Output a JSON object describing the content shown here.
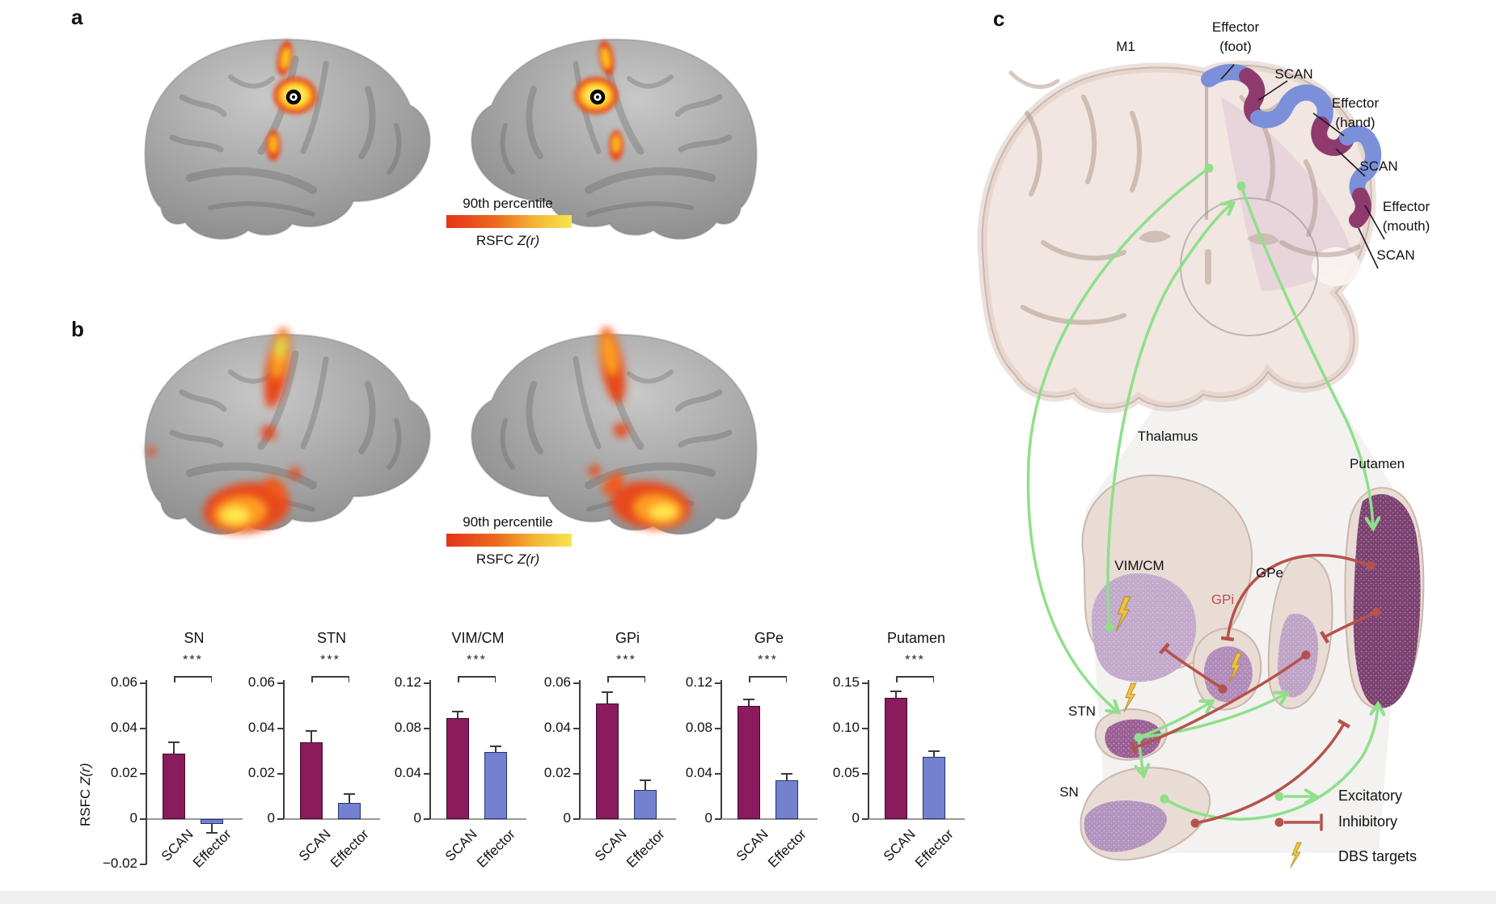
{
  "panels": {
    "a": "a",
    "b": "b",
    "c": "c"
  },
  "colorbar": {
    "title": "90th percentile",
    "unit_prefix": "RSFC ",
    "unit_math": "Z(r)"
  },
  "axis": {
    "ylabel_prefix": "RSFC ",
    "ylabel_math": "Z(r)"
  },
  "bar_style": {
    "scan_color": "#8a1b5c",
    "scan_border": "#3f0d2c",
    "effector_color": "#7481cf",
    "effector_border": "#23346e"
  },
  "chart_data": [
    {
      "type": "bar",
      "title": "SN",
      "categories": [
        "SCAN",
        "Effector"
      ],
      "values": [
        0.029,
        -0.002
      ],
      "errors": [
        0.005,
        0.004
      ],
      "ytick_labels": [
        "0.06",
        "0.04",
        "0.02",
        "0",
        "−0.02"
      ],
      "ytick_values": [
        0.06,
        0.04,
        0.02,
        0,
        -0.02
      ],
      "ylim": [
        -0.02,
        0.06
      ],
      "significance": "***"
    },
    {
      "type": "bar",
      "title": "STN",
      "categories": [
        "SCAN",
        "Effector"
      ],
      "values": [
        0.034,
        0.007
      ],
      "errors": [
        0.005,
        0.004
      ],
      "ytick_labels": [
        "0.06",
        "0.04",
        "0.02",
        "0"
      ],
      "ytick_values": [
        0.06,
        0.04,
        0.02,
        0
      ],
      "ylim": [
        0,
        0.06
      ],
      "significance": "***"
    },
    {
      "type": "bar",
      "title": "VIM/CM",
      "categories": [
        "SCAN",
        "Effector"
      ],
      "values": [
        0.089,
        0.059
      ],
      "errors": [
        0.006,
        0.005
      ],
      "ytick_labels": [
        "0.12",
        "0.08",
        "0.04",
        "0"
      ],
      "ytick_values": [
        0.12,
        0.08,
        0.04,
        0
      ],
      "ylim": [
        0,
        0.12
      ],
      "significance": "***"
    },
    {
      "type": "bar",
      "title": "GPi",
      "categories": [
        "SCAN",
        "Effector"
      ],
      "values": [
        0.051,
        0.013
      ],
      "errors": [
        0.005,
        0.004
      ],
      "ytick_labels": [
        "0.06",
        "0.04",
        "0.02",
        "0"
      ],
      "ytick_values": [
        0.06,
        0.04,
        0.02,
        0
      ],
      "ylim": [
        0,
        0.06
      ],
      "significance": "***"
    },
    {
      "type": "bar",
      "title": "GPe",
      "categories": [
        "SCAN",
        "Effector"
      ],
      "values": [
        0.1,
        0.034
      ],
      "errors": [
        0.006,
        0.006
      ],
      "ytick_labels": [
        "0.12",
        "0.08",
        "0.04",
        "0"
      ],
      "ytick_values": [
        0.12,
        0.08,
        0.04,
        0
      ],
      "ylim": [
        0,
        0.12
      ],
      "significance": "***"
    },
    {
      "type": "bar",
      "title": "Putamen",
      "categories": [
        "SCAN",
        "Effector"
      ],
      "values": [
        0.134,
        0.069
      ],
      "errors": [
        0.007,
        0.006
      ],
      "ytick_labels": [
        "0.15",
        "0.10",
        "0.05",
        "0"
      ],
      "ytick_values": [
        0.15,
        0.1,
        0.05,
        0
      ],
      "ylim": [
        0,
        0.15
      ],
      "significance": "***"
    }
  ],
  "panel_c": {
    "m1": "M1",
    "effector_foot_1": "Effector",
    "effector_foot_2": "(foot)",
    "scan_1": "SCAN",
    "effector_hand_1": "Effector",
    "effector_hand_2": "(hand)",
    "scan_2": "SCAN",
    "effector_mouth_1": "Effector",
    "effector_mouth_2": "(mouth)",
    "scan_3": "SCAN",
    "thalamus": "Thalamus",
    "putamen": "Putamen",
    "vim_cm": "VIM/CM",
    "gpe": "GPe",
    "gpi": "GPi",
    "stn": "STN",
    "sn": "SN",
    "legend": {
      "excitatory": "Excitatory",
      "inhibitory": "Inhibitory",
      "dbs": "DBS targets"
    },
    "colors": {
      "excitatory": "#8ee08a",
      "inhibitory": "#b5524c",
      "scan_region": "#8e3a6e",
      "effector_region": "#7b90d9",
      "dbs_bolt": "#efc243",
      "gpi_label": "#c0504d"
    }
  }
}
